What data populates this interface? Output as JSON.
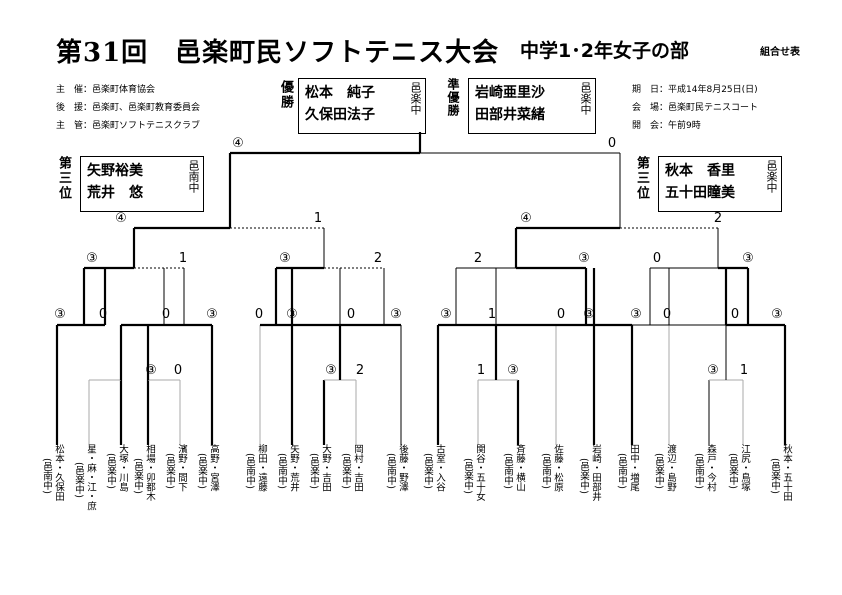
{
  "header": {
    "title": "第31回　邑楽町民ソフトテニス大会",
    "division": "中学1･2年女子の部",
    "chart_label": "組合せ表"
  },
  "info_left": [
    {
      "label": "主　催",
      "value": "：邑楽町体育協会"
    },
    {
      "label": "後　援",
      "value": "：邑楽町、邑楽町教育委員会"
    },
    {
      "label": "主　管",
      "value": "：邑楽町ソフトテニスクラブ"
    }
  ],
  "info_right": [
    {
      "label": "期　日",
      "value": "：平成14年8月25日(日)"
    },
    {
      "label": "会　場",
      "value": "：邑楽町民テニスコート"
    },
    {
      "label": "開　会",
      "value": "：午前9時"
    }
  ],
  "results": {
    "winner": {
      "label": "優勝",
      "name1": "松本　純子",
      "name2": "久保田法子",
      "school": "邑楽中"
    },
    "runner_up": {
      "label": "準優勝",
      "name1": "岩崎亜里沙",
      "name2": "田部井菜緒",
      "school": "邑楽中"
    },
    "third_left": {
      "label": "第三位",
      "name1": "矢野裕美",
      "name2": "荒井　悠",
      "school": "邑南中"
    },
    "third_right": {
      "label": "第三位",
      "name1": "秋本　香里",
      "name2": "五十田瞳美",
      "school": "邑楽中"
    }
  },
  "players": [
    {
      "name": "松本・久保田",
      "school": "(邑南中)"
    },
    {
      "name": "星・麻・江・庶",
      "school": "(邑楽中)"
    },
    {
      "name": "大塚・川島",
      "school": "(邑楽中)"
    },
    {
      "name": "相場・卯都木",
      "school": "(邑楽中)"
    },
    {
      "name": "濱野・間下",
      "school": "(邑楽中)"
    },
    {
      "name": "高野・宮澤",
      "school": "(邑楽中)"
    },
    {
      "name": "柳田・遠藤",
      "school": "(邑南中)"
    },
    {
      "name": "矢野・荒井",
      "school": "(邑南中)"
    },
    {
      "name": "大野・吉田",
      "school": "(邑楽中)"
    },
    {
      "name": "岡村・吉田",
      "school": "(邑楽中)"
    },
    {
      "name": "後藤・野澤",
      "school": "(邑南中)"
    },
    {
      "name": "古室・入谷",
      "school": "(邑楽中)"
    },
    {
      "name": "関谷・五十女",
      "school": "(邑楽中)"
    },
    {
      "name": "斉藤・横山",
      "school": "(邑南中)"
    },
    {
      "name": "佐藤・松原",
      "school": "(邑南中)"
    },
    {
      "name": "岩崎・田部井",
      "school": "(邑楽中)"
    },
    {
      "name": "田中・増尾",
      "school": "(邑南中)"
    },
    {
      "name": "渡辺・島野",
      "school": "(邑楽中)"
    },
    {
      "name": "森戸・今村",
      "school": "(邑南中)"
    },
    {
      "name": "江尻・鳥塚",
      "school": "(邑楽中)"
    },
    {
      "name": "秋本・五十田",
      "school": "(邑楽中)"
    }
  ],
  "scores": {
    "final": [
      "④",
      "0"
    ],
    "semi_left": [
      "④",
      "1"
    ],
    "semi_right": [
      "④",
      "2"
    ],
    "qf": [
      "③",
      "1",
      "③",
      "2",
      "2",
      "③",
      "0",
      "③"
    ],
    "r16": [
      "③",
      "0",
      "0",
      "③",
      "0",
      "③",
      "0",
      "③",
      "③",
      "1",
      "0",
      "③",
      "③",
      "0",
      "0",
      "③"
    ],
    "r32": [
      "③",
      "0",
      "③",
      "2",
      "1",
      "③",
      "③",
      "1"
    ]
  }
}
